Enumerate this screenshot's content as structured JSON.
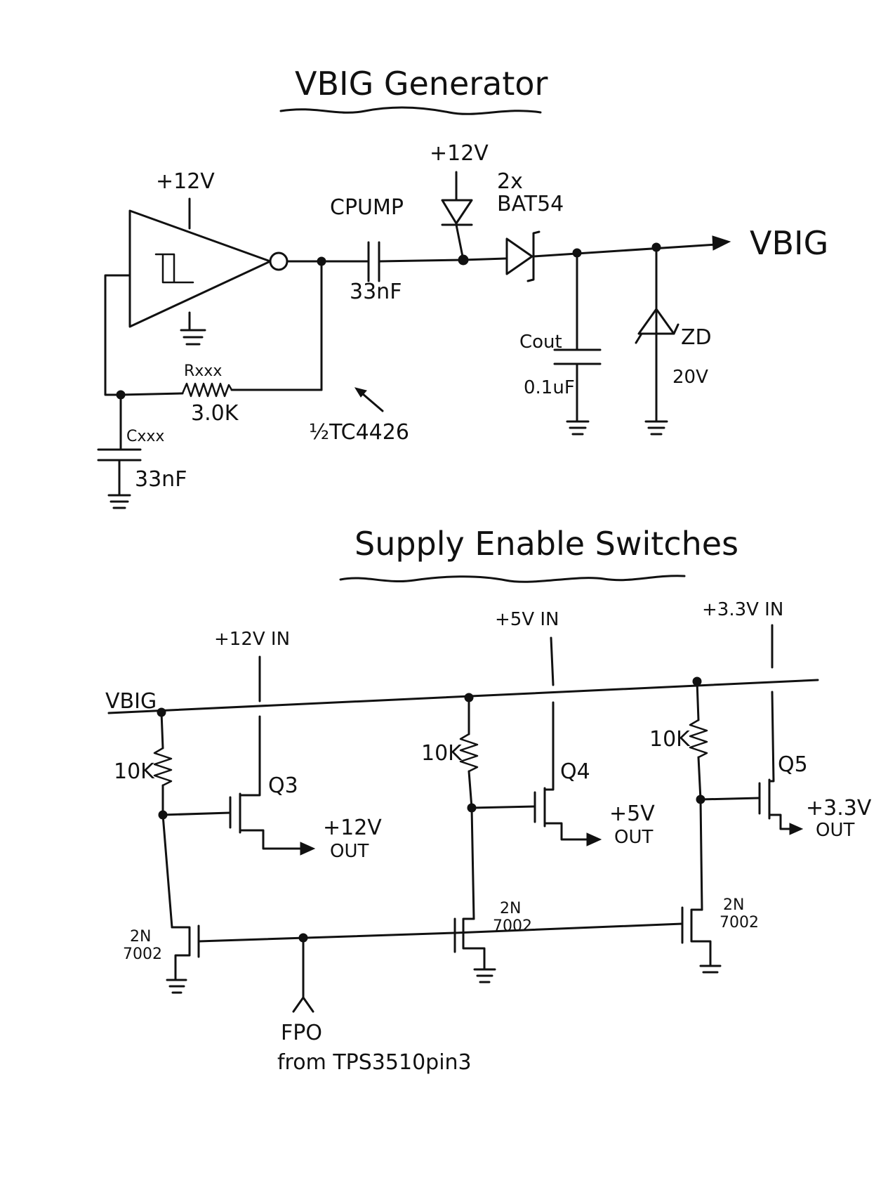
{
  "titles": {
    "vbig_generator": "VBIG Generator",
    "supply_enable": "Supply Enable Switches"
  },
  "generator": {
    "supply_inverter": "+12V",
    "supply_diode": "+12V",
    "cpump_label": "CPUMP",
    "cpump_value": "33nF",
    "diode_count": "2x",
    "diode_part": "BAT54",
    "vbig_out": "VBIG",
    "cout_label": "Cout",
    "cout_value": "0.1uF",
    "zener_label": "ZD",
    "zener_value": "20V",
    "rxxx_label": "Rxxx",
    "rxxx_value": "3.0K",
    "ic_label": "½TC4426",
    "cxxx_label": "Cxxx",
    "cxxx_value": "33nF"
  },
  "switches": {
    "vbig_label": "VBIG",
    "in12": "+12V IN",
    "in5": "+5V IN",
    "in33": "+3.3V IN",
    "r1": "10K",
    "r2": "10K",
    "r3": "10K",
    "q3": "Q3",
    "q4": "Q4",
    "q5": "Q5",
    "out12_v": "+12V",
    "out12_o": "OUT",
    "out5_v": "+5V",
    "out5_o": "OUT",
    "out33_v": "+3.3V",
    "out33_o": "OUT",
    "n1a": "2N",
    "n1b": "7002",
    "n2a": "2N",
    "n2b": "7002",
    "n3a": "2N",
    "n3b": "7002",
    "fpo": "FPO",
    "fpo_src": "from TPS3510pin3"
  }
}
